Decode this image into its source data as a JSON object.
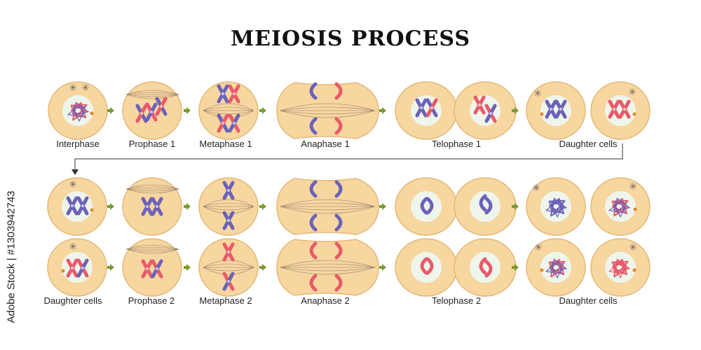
{
  "title": "MEIOSIS PROCESS",
  "watermark": "Adobe Stock | #1303942743",
  "colors": {
    "cell_fill": "#f8d6a0",
    "cell_stroke": "#e4b878",
    "nucleus_fill": "#eef6ec",
    "chromosome_blue": "#6b62b8",
    "chromosome_red": "#e85a6a",
    "arrow": "#7a9a2c"
  },
  "row1": {
    "labels": [
      "Interphase",
      "Prophase 1",
      "Metaphase 1",
      "Anaphase 1",
      "Telophase 1",
      "Daughter cells"
    ]
  },
  "row3": {
    "labels": [
      "Daughter cells",
      "Prophase 2",
      "Metaphase 2",
      "Anaphase 2",
      "Telophase 2",
      "Daughter cells"
    ]
  }
}
